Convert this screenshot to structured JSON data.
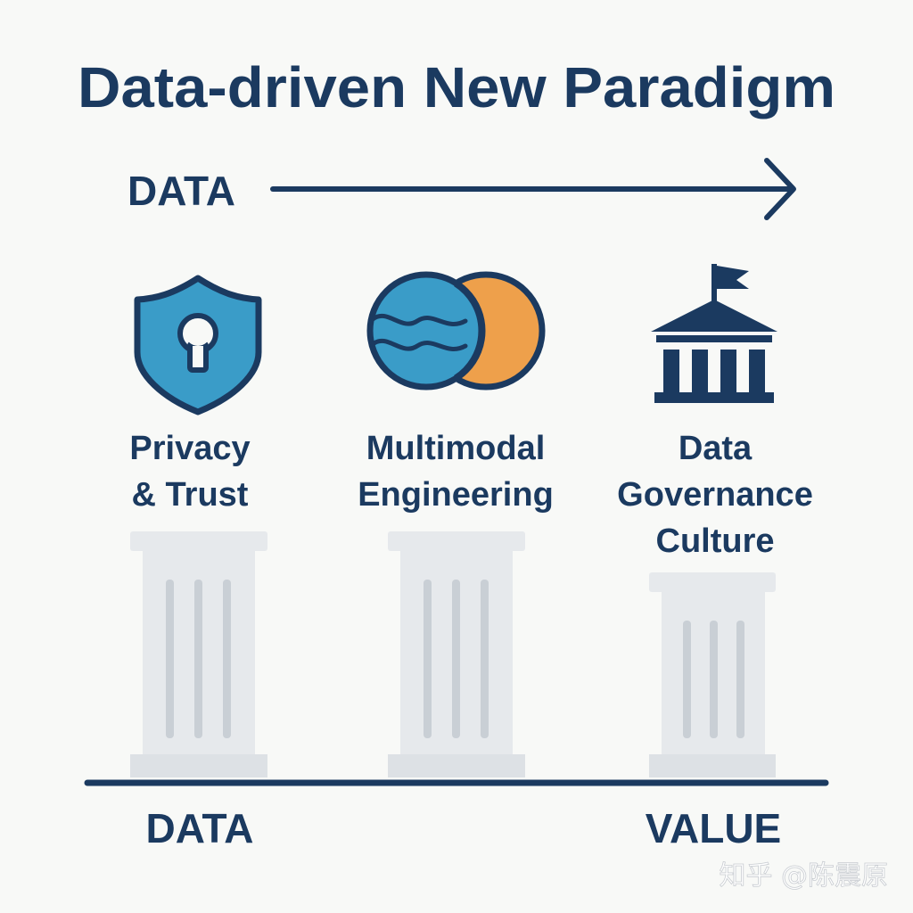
{
  "title": "Data-driven New Paradigm",
  "flow": {
    "label": "DATA"
  },
  "pillars": [
    {
      "icon": "shield-keyhole-icon",
      "label_lines": [
        "Privacy",
        "& Trust"
      ]
    },
    {
      "icon": "overlapping-circles-icon",
      "label_lines": [
        "Multimodal",
        "Engineering"
      ]
    },
    {
      "icon": "institution-building-icon",
      "label_lines": [
        "Data",
        "Governance",
        "Culture"
      ]
    }
  ],
  "baseline": {
    "left_label": "DATA",
    "right_label": "VALUE"
  },
  "watermark": "知乎 @陈震原",
  "colors": {
    "navy": "#1b3a60",
    "blue": "#3a9cc8",
    "orange": "#eea04b",
    "pillar_light": "#e6e9ec",
    "pillar_mid": "#dde1e5",
    "pillar_groove": "#c9cfd5",
    "background": "#f8f9f7"
  }
}
